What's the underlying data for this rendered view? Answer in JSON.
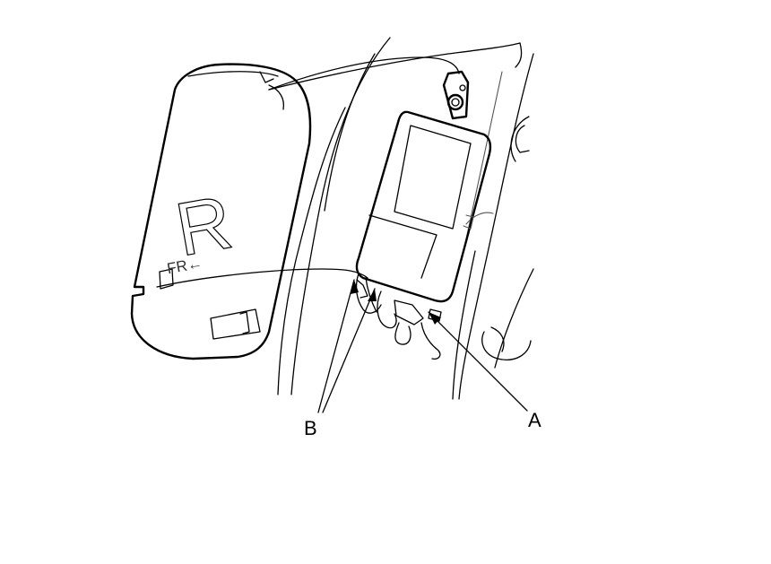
{
  "diagram": {
    "cover_letter": "R",
    "cover_direction_mark": "FR←",
    "callouts": {
      "a": "A",
      "b": "B"
    }
  }
}
